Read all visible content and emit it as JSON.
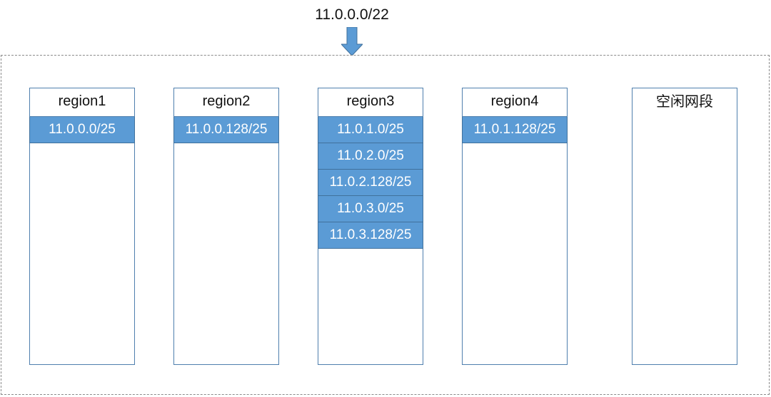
{
  "supernet": "11.0.0.0/22",
  "colors": {
    "block_fill": "#5b9bd5",
    "block_border": "#41719c",
    "column_border": "#4f7fae",
    "frame_border": "#8a8a8a"
  },
  "columns": [
    {
      "title": "region1",
      "blocks": [
        "11.0.0.0/25"
      ]
    },
    {
      "title": "region2",
      "blocks": [
        "11.0.0.128/25"
      ]
    },
    {
      "title": "region3",
      "blocks": [
        "11.0.1.0/25",
        "11.0.2.0/25",
        "11.0.2.128/25",
        "11.0.3.0/25",
        "11.0.3.128/25"
      ]
    },
    {
      "title": "region4",
      "blocks": [
        "11.0.1.128/25"
      ]
    },
    {
      "title": "空闲网段",
      "blocks": []
    }
  ]
}
